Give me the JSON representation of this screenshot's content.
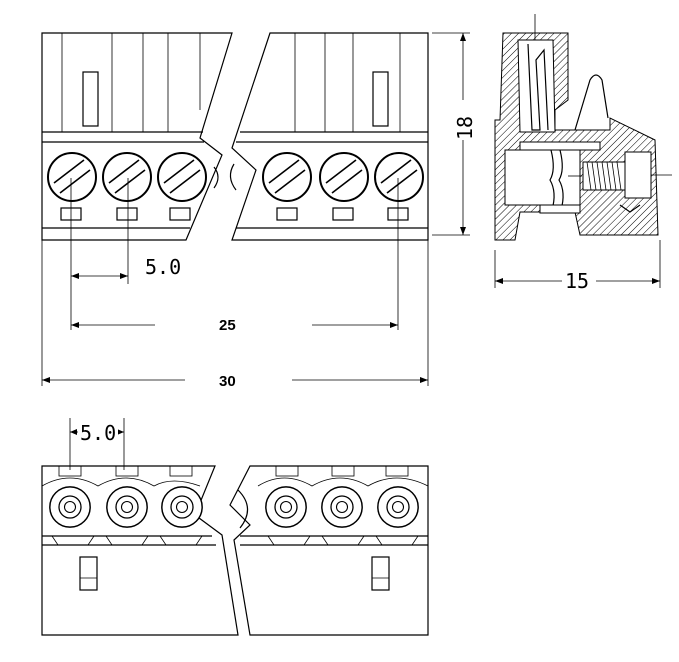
{
  "dimensions": {
    "pitch_top": "5.0",
    "span_25": "25",
    "width_30": "30",
    "height_18": "18",
    "depth_15": "15",
    "pitch_bottom": "5.0"
  }
}
